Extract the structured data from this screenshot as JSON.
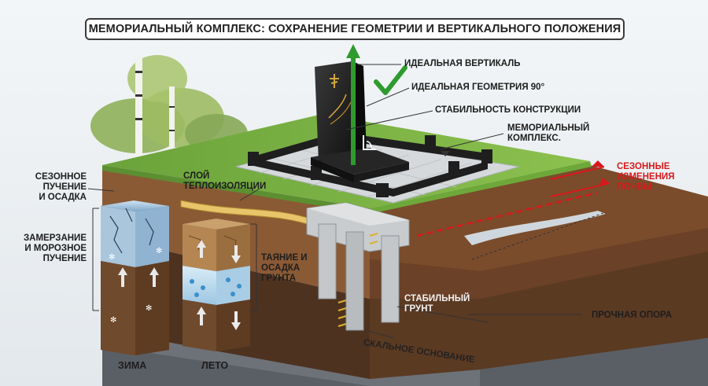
{
  "title": "МЕМОРИАЛЬНЫЙ КОМПЛЕКС: СОХРАНЕНИЕ ГЕОМЕТРИИ И ВЕРТИКАЛЬНОГО ПОЛОЖЕНИЯ",
  "callouts": {
    "vertical": "ИДЕАЛЬНАЯ ВЕРТИКАЛЬ",
    "geometry": "ИДЕАЛЬНАЯ ГЕОМЕТРИЯ 90°",
    "stability": "СТАБИЛЬНОСТЬ КОНСТРУКЦИИ",
    "complex": "МЕМОРИАЛЬНЫЙ\nКОМПЛЕКС.",
    "seasonal_changes": "СЕЗОННЫЕ\nИЗМЕНЕНИЯ\nПОЧВЫ",
    "strong_support": "ПРОЧНАЯ ОПОРА",
    "stable_ground": "СТАБИЛЬНЫЙ\nГРУНТ",
    "bedrock": "СКАЛЬНОЕ ОСНОВАНИЕ",
    "insulation": "СЛОЙ\nТЕПЛОИЗОЛЯЦИИ",
    "heave_settle": "СЕЗОННОЕ\nПУЧЕНИЕ\nИ ОСАДКА",
    "frost_heave": "ЗАМЕРЗАНИЕ\nИ МОРОЗНОЕ\nПУЧЕНИЕ",
    "thaw_settle": "ТАЯНИЕ И\nОСАДКА\nГРУНТА"
  },
  "seasons": {
    "winter": "ЗИМА",
    "summer": "ЛЕТО"
  },
  "colors": {
    "grass": "#7fb446",
    "soil_top": "#8a5a35",
    "soil_stable": "#5b3a22",
    "bedrock": "#5a5f66",
    "granite": "#1c1c1c",
    "concrete": "#c9ccce",
    "check_green": "#2e9b2e",
    "arrow_red": "#d7191c",
    "insulation": "#e8c56a"
  },
  "icons": [
    "check-icon",
    "up-arrow-icon",
    "cross-icon",
    "snowflake-icon",
    "water-drop-icon",
    "birch-tree-icon"
  ]
}
